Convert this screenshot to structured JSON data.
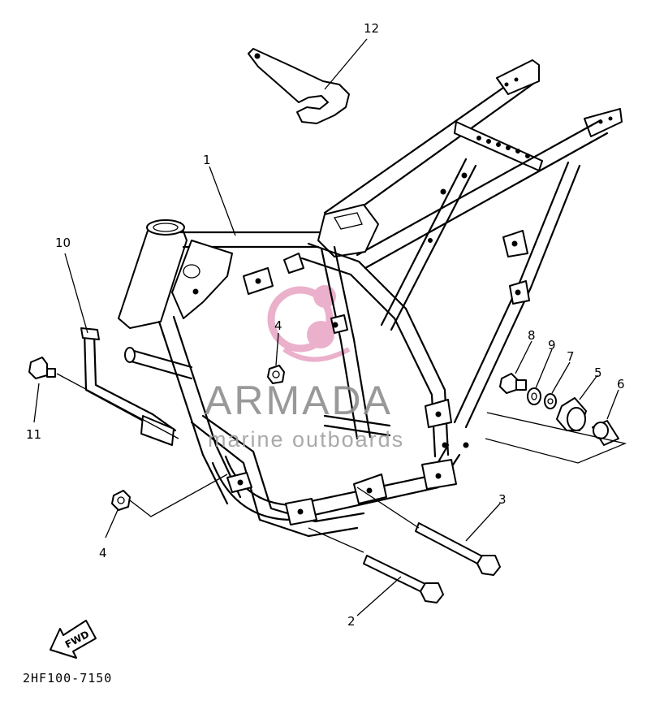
{
  "diagram": {
    "drawing_code": "2HF100-7150",
    "direction_arrow_label": "FWD",
    "callouts": [
      {
        "id": "c1",
        "label": "1"
      },
      {
        "id": "c2",
        "label": "2"
      },
      {
        "id": "c3",
        "label": "3"
      },
      {
        "id": "c4a",
        "label": "4"
      },
      {
        "id": "c4b",
        "label": "4"
      },
      {
        "id": "c5",
        "label": "5"
      },
      {
        "id": "c6",
        "label": "6"
      },
      {
        "id": "c7",
        "label": "7"
      },
      {
        "id": "c8",
        "label": "8"
      },
      {
        "id": "c9",
        "label": "9"
      },
      {
        "id": "c10",
        "label": "10"
      },
      {
        "id": "c11",
        "label": "11"
      },
      {
        "id": "c12",
        "label": "12"
      }
    ]
  },
  "watermark": {
    "brand": "ARMADA",
    "tagline": "marine outboards",
    "colors": {
      "logo": "#e8a3c2",
      "text": "#8f8f8f"
    }
  },
  "icons": [
    "watermark-logo-icon",
    "fwd-arrow-icon"
  ]
}
